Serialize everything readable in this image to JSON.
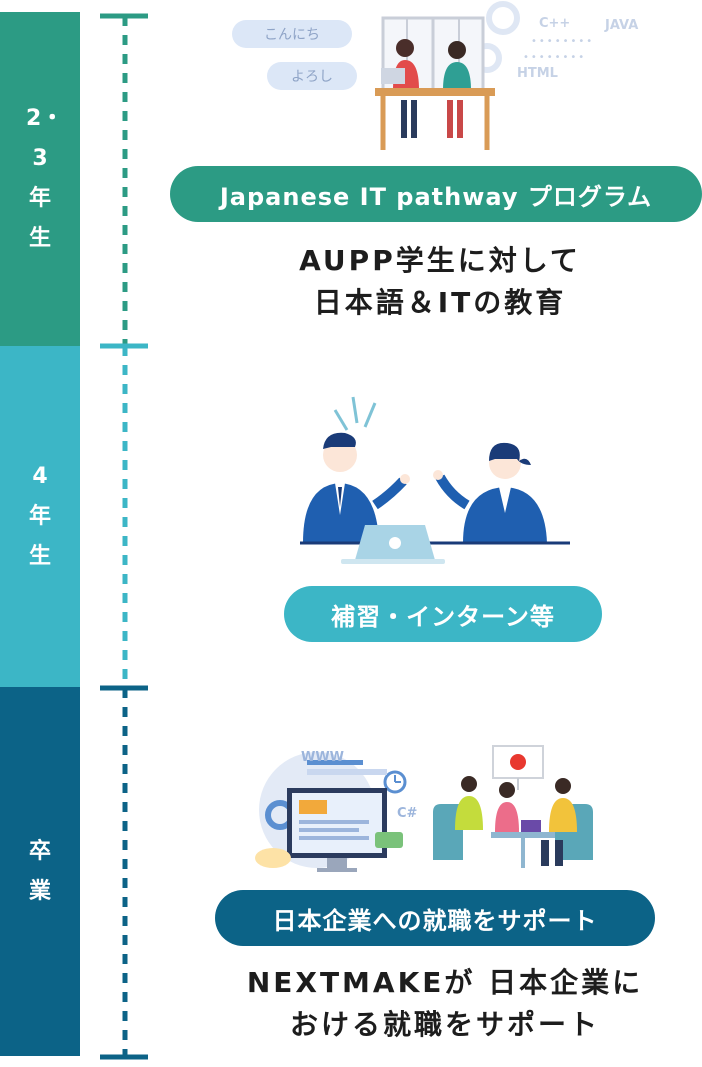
{
  "colors": {
    "stage1": "#2c9b84",
    "stage2": "#3cb6c6",
    "stage3": "#0c6387",
    "pill1": "#2c9b84",
    "pill2": "#3cb6c6",
    "pill3": "#0c6387"
  },
  "stages": [
    {
      "label": "2・3年生"
    },
    {
      "label": "4年生"
    },
    {
      "label": "卒業"
    }
  ],
  "steps": [
    {
      "pill": "Japanese IT pathway プログラム",
      "desc": [
        "AUPP学生に対して",
        "日本語＆ITの教育"
      ],
      "illustration": {
        "bubbles": [
          "こんにち",
          "よろし"
        ],
        "tags": [
          "C++",
          "JAVA",
          "HTML"
        ]
      }
    },
    {
      "pill": "補習・インターン等"
    },
    {
      "pill": "日本企業への就職をサポート",
      "desc": [
        "NEXTMAKEが 日本企業に",
        "おける就職をサポート"
      ],
      "illustration": {
        "tags": [
          "WWW",
          "C#"
        ]
      }
    }
  ]
}
